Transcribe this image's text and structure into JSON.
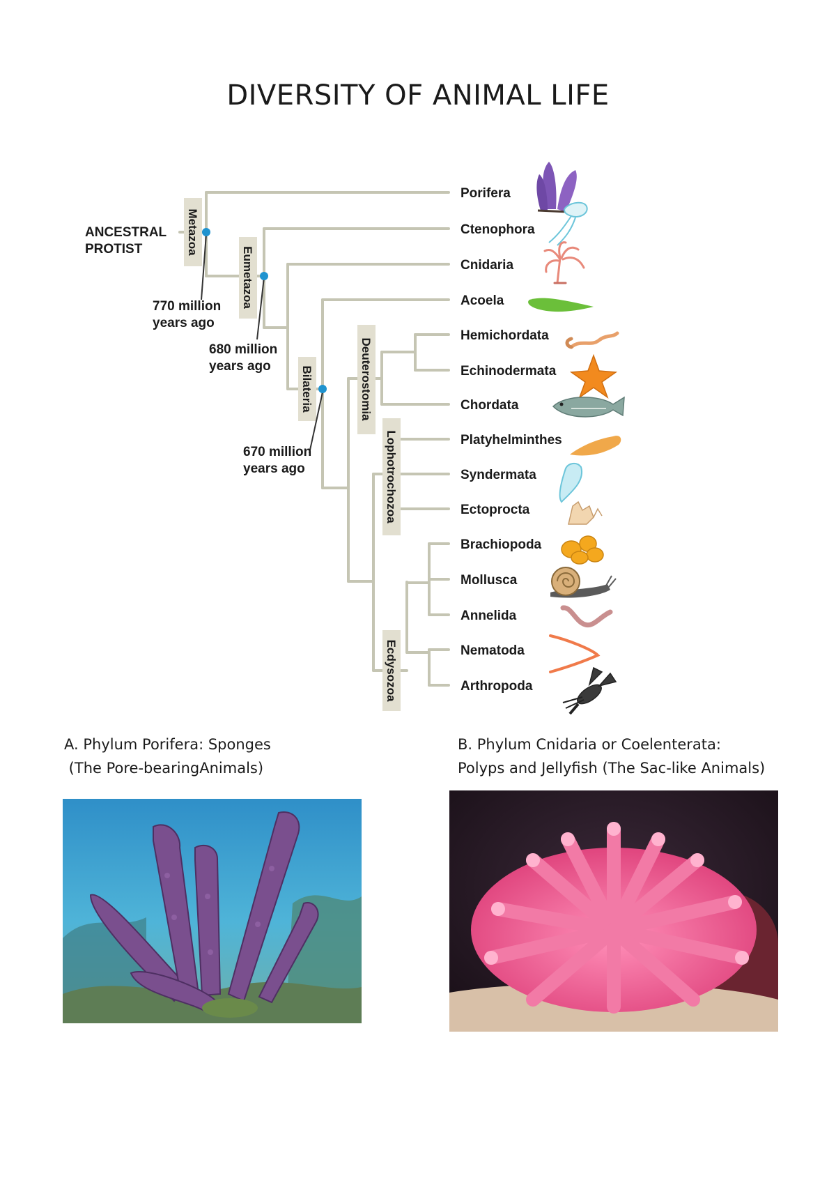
{
  "page": {
    "title": "DIVERSITY OF ANIMAL LIFE"
  },
  "tree": {
    "root_label": [
      "ANCESTRAL",
      "PROTIST"
    ],
    "clades": [
      "Metazoa",
      "Eumetazoa",
      "Bilateria",
      "Deuterostomia",
      "Lophotrochozoa",
      "Ecdysozoa"
    ],
    "times": [
      [
        "770 million",
        "years ago"
      ],
      [
        "680 million",
        "years ago"
      ],
      [
        "670 million",
        "years ago"
      ]
    ],
    "phyla": [
      "Porifera",
      "Ctenophora",
      "Cnidaria",
      "Acoela",
      "Hemichordata",
      "Echinodermata",
      "Chordata",
      "Platyhelminthes",
      "Syndermata",
      "Ectoprocta",
      "Brachiopoda",
      "Mollusca",
      "Annelida",
      "Nematoda",
      "Arthropoda"
    ],
    "colors": {
      "branch": "#c5c5b3",
      "node": "#1f93cf",
      "clade_box": "#e2dfd0"
    },
    "icons": [
      "sponge-icon",
      "comb-jelly-icon",
      "sea-anemone-icon",
      "flatworm-green-icon",
      "acorn-worm-icon",
      "sea-star-icon",
      "fish-icon",
      "flatworm-orange-icon",
      "rotifer-icon",
      "bryozoan-icon",
      "brachiopod-icon",
      "snail-icon",
      "earthworm-icon",
      "roundworm-icon",
      "lobster-icon"
    ]
  },
  "captions": {
    "a": [
      "A. Phylum Porifera: Sponges",
      " (The Pore-bearingAnimals)"
    ],
    "b": [
      "B. Phylum Cnidaria or Coelenterata:",
      "Polyps and Jellyfish (The Sac-like Animals)"
    ]
  },
  "photos": {
    "a": {
      "subject": "tube sponges on a reef",
      "colors": {
        "water": "#3aa0d0",
        "sponge": "#7a4f8e"
      }
    },
    "b": {
      "subject": "pink sea anemone",
      "colors": {
        "tentacle": "#f06aa0",
        "background": "#2a1a2a"
      }
    }
  }
}
